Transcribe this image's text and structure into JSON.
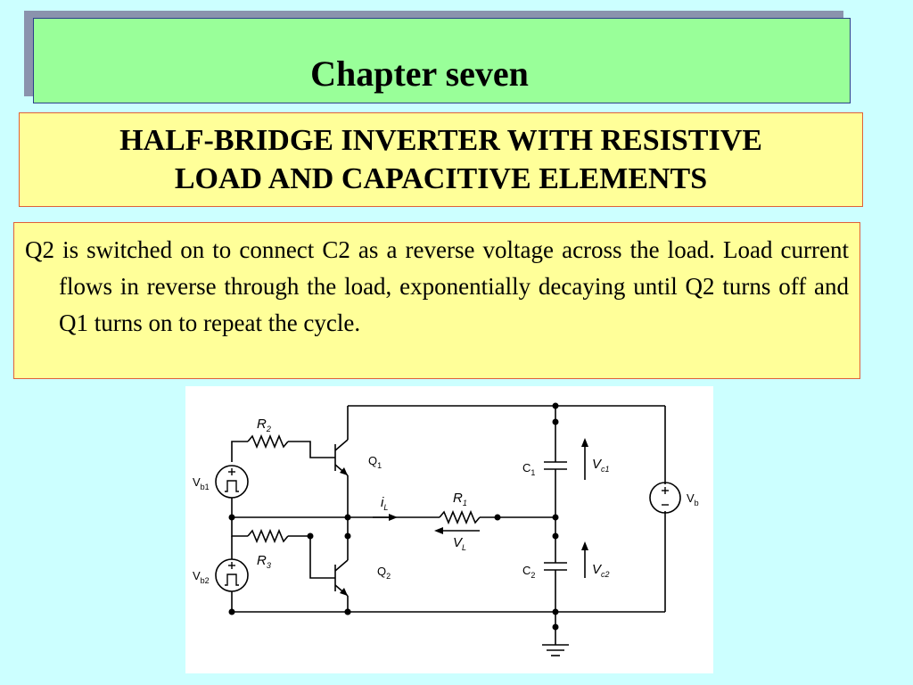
{
  "header": {
    "title": "Chapter seven"
  },
  "subtitle": {
    "line1": "HALF-BRIDGE INVERTER WITH RESISTIVE",
    "line2": "LOAD AND CAPACITIVE ELEMENTS"
  },
  "body": {
    "text": "Q2 is switched on to connect C2 as a reverse voltage across the load. Load current flows in reverse through the load, exponentially decaying until Q2 turns off and Q1 turns on to repeat the cycle."
  },
  "diagram": {
    "labels": {
      "r2": "R",
      "r2_sub": "2",
      "r3": "R",
      "r3_sub": "3",
      "r1": "R",
      "r1_sub": "1",
      "q1": "Q",
      "q1_sub": "1",
      "q2": "Q",
      "q2_sub": "2",
      "c1": "C",
      "c1_sub": "1",
      "c2": "C",
      "c2_sub": "2",
      "vb1": "V",
      "vb1_sub": "b1",
      "vb2": "V",
      "vb2_sub": "b2",
      "vc1": "V",
      "vc1_sub": "c1",
      "vc2": "V",
      "vc2_sub": "c2",
      "vb": "V",
      "vb_sub": "b",
      "il": "i",
      "il_sub": "L",
      "vl": "V",
      "vl_sub": "L"
    }
  }
}
